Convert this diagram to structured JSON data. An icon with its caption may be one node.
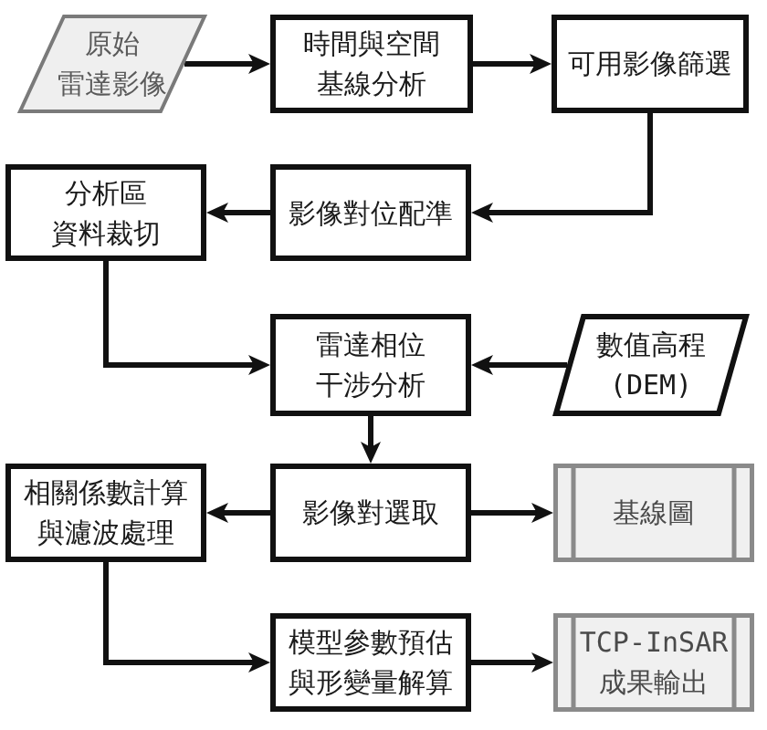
{
  "diagram": {
    "nodes": [
      {
        "text": [
          "原始雷達影像"
        ]
      },
      {
        "text": [
          "時間與空間基線分析"
        ]
      },
      {
        "text": [
          "可用影像篩選"
        ]
      },
      {
        "text": [
          "分析區資料裁切"
        ]
      },
      {
        "text": [
          "影像對位配準"
        ]
      },
      {
        "text": [
          "雷達相位干涉分析"
        ]
      },
      {
        "text": [
          "數值高程(DEM)"
        ]
      },
      {
        "text": [
          "相關係數計算與濾波處理"
        ]
      },
      {
        "text": [
          "影像對選取"
        ]
      },
      {
        "text": [
          "基線圖"
        ]
      },
      {
        "text": [
          "模型參數預估與形變量解算"
        ]
      },
      {
        "text": [
          "TCP-InSAR成果輸出"
        ]
      }
    ],
    "edges": [
      {
        "from": 0,
        "to": 1,
        "arrow": "to"
      },
      {
        "from": 1,
        "to": 2,
        "arrow": "to"
      },
      {
        "from": 2,
        "to": 4,
        "arrow": "to"
      },
      {
        "from": 4,
        "to": 3,
        "arrow": "to"
      },
      {
        "from": 3,
        "to": 5,
        "arrow": "to"
      },
      {
        "from": 6,
        "to": 5,
        "arrow": "to"
      },
      {
        "from": 5,
        "to": 8,
        "arrow": "to"
      },
      {
        "from": 8,
        "to": 7,
        "arrow": "to"
      },
      {
        "from": 8,
        "to": 9,
        "arrow": "to"
      },
      {
        "from": 7,
        "to": 10,
        "arrow": "to"
      },
      {
        "from": 10,
        "to": 11,
        "arrow": "to"
      }
    ]
  }
}
